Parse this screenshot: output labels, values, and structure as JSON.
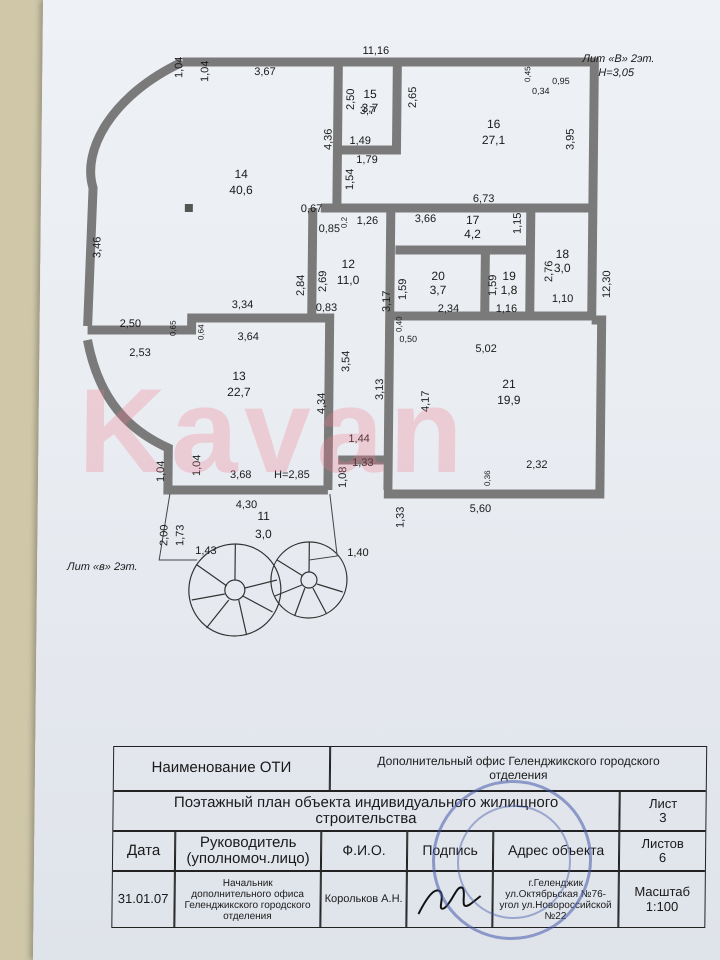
{
  "plan": {
    "lit_top": "Лит «В» 2эт.",
    "height_top": "H=3,05",
    "lit_left": "Лит «в» 2эт.",
    "height_13": "H=2,85",
    "watermark": "Kavan",
    "rooms": [
      {
        "num": "14",
        "area": "40,6"
      },
      {
        "num": "15",
        "area": "3,7"
      },
      {
        "num": "16",
        "area": "27,1"
      },
      {
        "num": "17",
        "area": "4,2"
      },
      {
        "num": "18",
        "area": "3,0"
      },
      {
        "num": "12",
        "area": "11,0"
      },
      {
        "num": "20",
        "area": "3,7"
      },
      {
        "num": "19",
        "area": "1,8"
      },
      {
        "num": "13",
        "area": "22,7"
      },
      {
        "num": "21",
        "area": "19,9"
      },
      {
        "num": "11",
        "area": "3,0"
      }
    ],
    "dims": [
      "11,16",
      "1,04",
      "1,04",
      "3,67",
      "2,50",
      "3,7",
      "2,65",
      "0,45",
      "0,95",
      "0,34",
      "4,36",
      "1,49",
      "1,79",
      "3,95",
      "1,54",
      "3,46",
      "0,67",
      "6,73",
      "0,85",
      "0,2",
      "1,26",
      "3,66",
      "1,15",
      "2,76",
      "12,30",
      "2,84",
      "2,69",
      "1,59",
      "1,59",
      "3,17",
      "3,34",
      "0,83",
      "2,34",
      "1,16",
      "1,10",
      "2,50",
      "0,65",
      "0,64",
      "3,64",
      "0,40",
      "0,50",
      "5,02",
      "2,53",
      "3,54",
      "3,13",
      "4,17",
      "4,34",
      "1,44",
      "1,33",
      "0,36",
      "2,32",
      "1,04",
      "1,04",
      "3,68",
      "1,08",
      "4,30",
      "1,33",
      "5,60",
      "2,00",
      "1,73",
      "1,43",
      "1,40"
    ]
  },
  "title_block": {
    "name_label": "Наименование ОТИ",
    "name_value": "Дополнительный офис Геленджикского городского отделения",
    "plan_title": "Поэтажный план объекта индивидуального жилищного строительства",
    "sheet_label": "Лист",
    "sheet_value": "3",
    "date_label": "Дата",
    "head_label": "Руководитель (уполномоч.лицо)",
    "fio_label": "Ф.И.О.",
    "sign_label": "Подпись",
    "address_label": "Адрес объекта",
    "sheets_label": "Листов",
    "sheets_value": "6",
    "date_value": "31.01.07",
    "head_value": "Начальник дополнительного офиса Геленджикского городского отделения",
    "fio_value": "Корольков А.Н.",
    "address_value": "г.Геленджик ул.Октябрьская №76-угол ул.Новороссийской №22",
    "scale_label": "Масштаб",
    "scale_value": "1:100"
  },
  "colors": {
    "wall": "#7a7a7a",
    "ink": "#1a1a1a",
    "stamp": "#4a5aa8",
    "watermark": "#f07890"
  }
}
